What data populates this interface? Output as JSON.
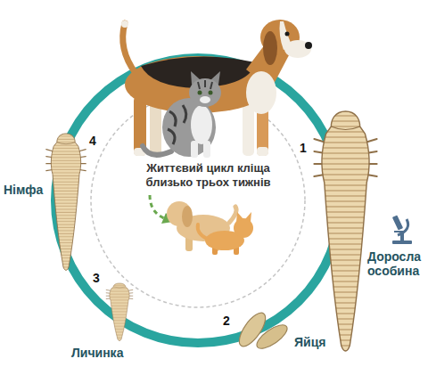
{
  "diagram": {
    "labels": [
      "1",
      "Доросла особина",
      "2",
      "Яйця",
      "3",
      "Личинка",
      "4",
      "Німфа",
      "Життєвий цикл кліща близько трьох тижнів"
    ]
  }
}
